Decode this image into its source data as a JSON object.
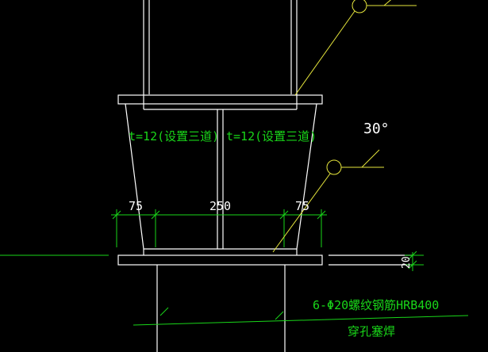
{
  "labels": {
    "plate_left": "t=12(设置三道)",
    "plate_right": "t=12(设置三道)",
    "angle": "30°",
    "dim_left": "75",
    "dim_mid": "250",
    "dim_right": "75",
    "dim_thickness": "20",
    "rebar_spec": "6-Φ20螺纹钢筋HRB400",
    "rebar_note": "穿孔塞焊"
  },
  "colors": {
    "background": "#000000",
    "outline": "#ffffff",
    "dimension": "#19d619",
    "leader": "#e6e63c",
    "text_green": "#19d619",
    "text_white": "#ffffff"
  }
}
